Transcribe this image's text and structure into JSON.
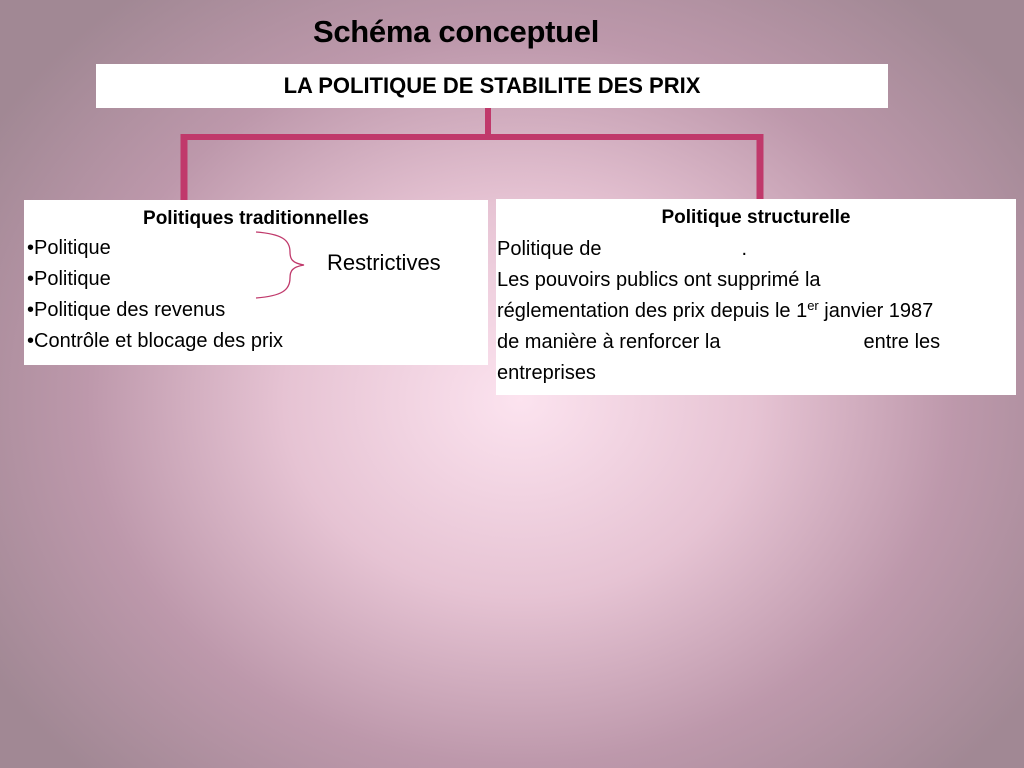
{
  "title": "Schéma conceptuel",
  "main_box": {
    "label": "LA POLITIQUE DE STABILITE DES PRIX"
  },
  "colors": {
    "connector": "#c0396b",
    "box_background": "#ffffff",
    "page_background_center": "#fce3ef",
    "page_background_edge": "#a18894"
  },
  "left_box": {
    "heading": "Politiques traditionnelles",
    "bullet_char": "•",
    "items": [
      "Politique",
      "Politique",
      "Politique des revenus",
      "Contrôle et blocage des prix"
    ]
  },
  "brace": {
    "label": "Restrictives",
    "icon": "curly-brace-icon"
  },
  "right_box": {
    "heading": "Politique structurelle",
    "line1_start": "Politique de",
    "line1_end": ".",
    "line2": "Les pouvoirs publics ont supprimé la",
    "line3_start": "réglementation des prix depuis le 1",
    "line3_sup": "er",
    "line3_end": " janvier 1987",
    "line4_start": "de manière à renforcer la",
    "line4_end": "entre les",
    "line5": "entreprises"
  }
}
